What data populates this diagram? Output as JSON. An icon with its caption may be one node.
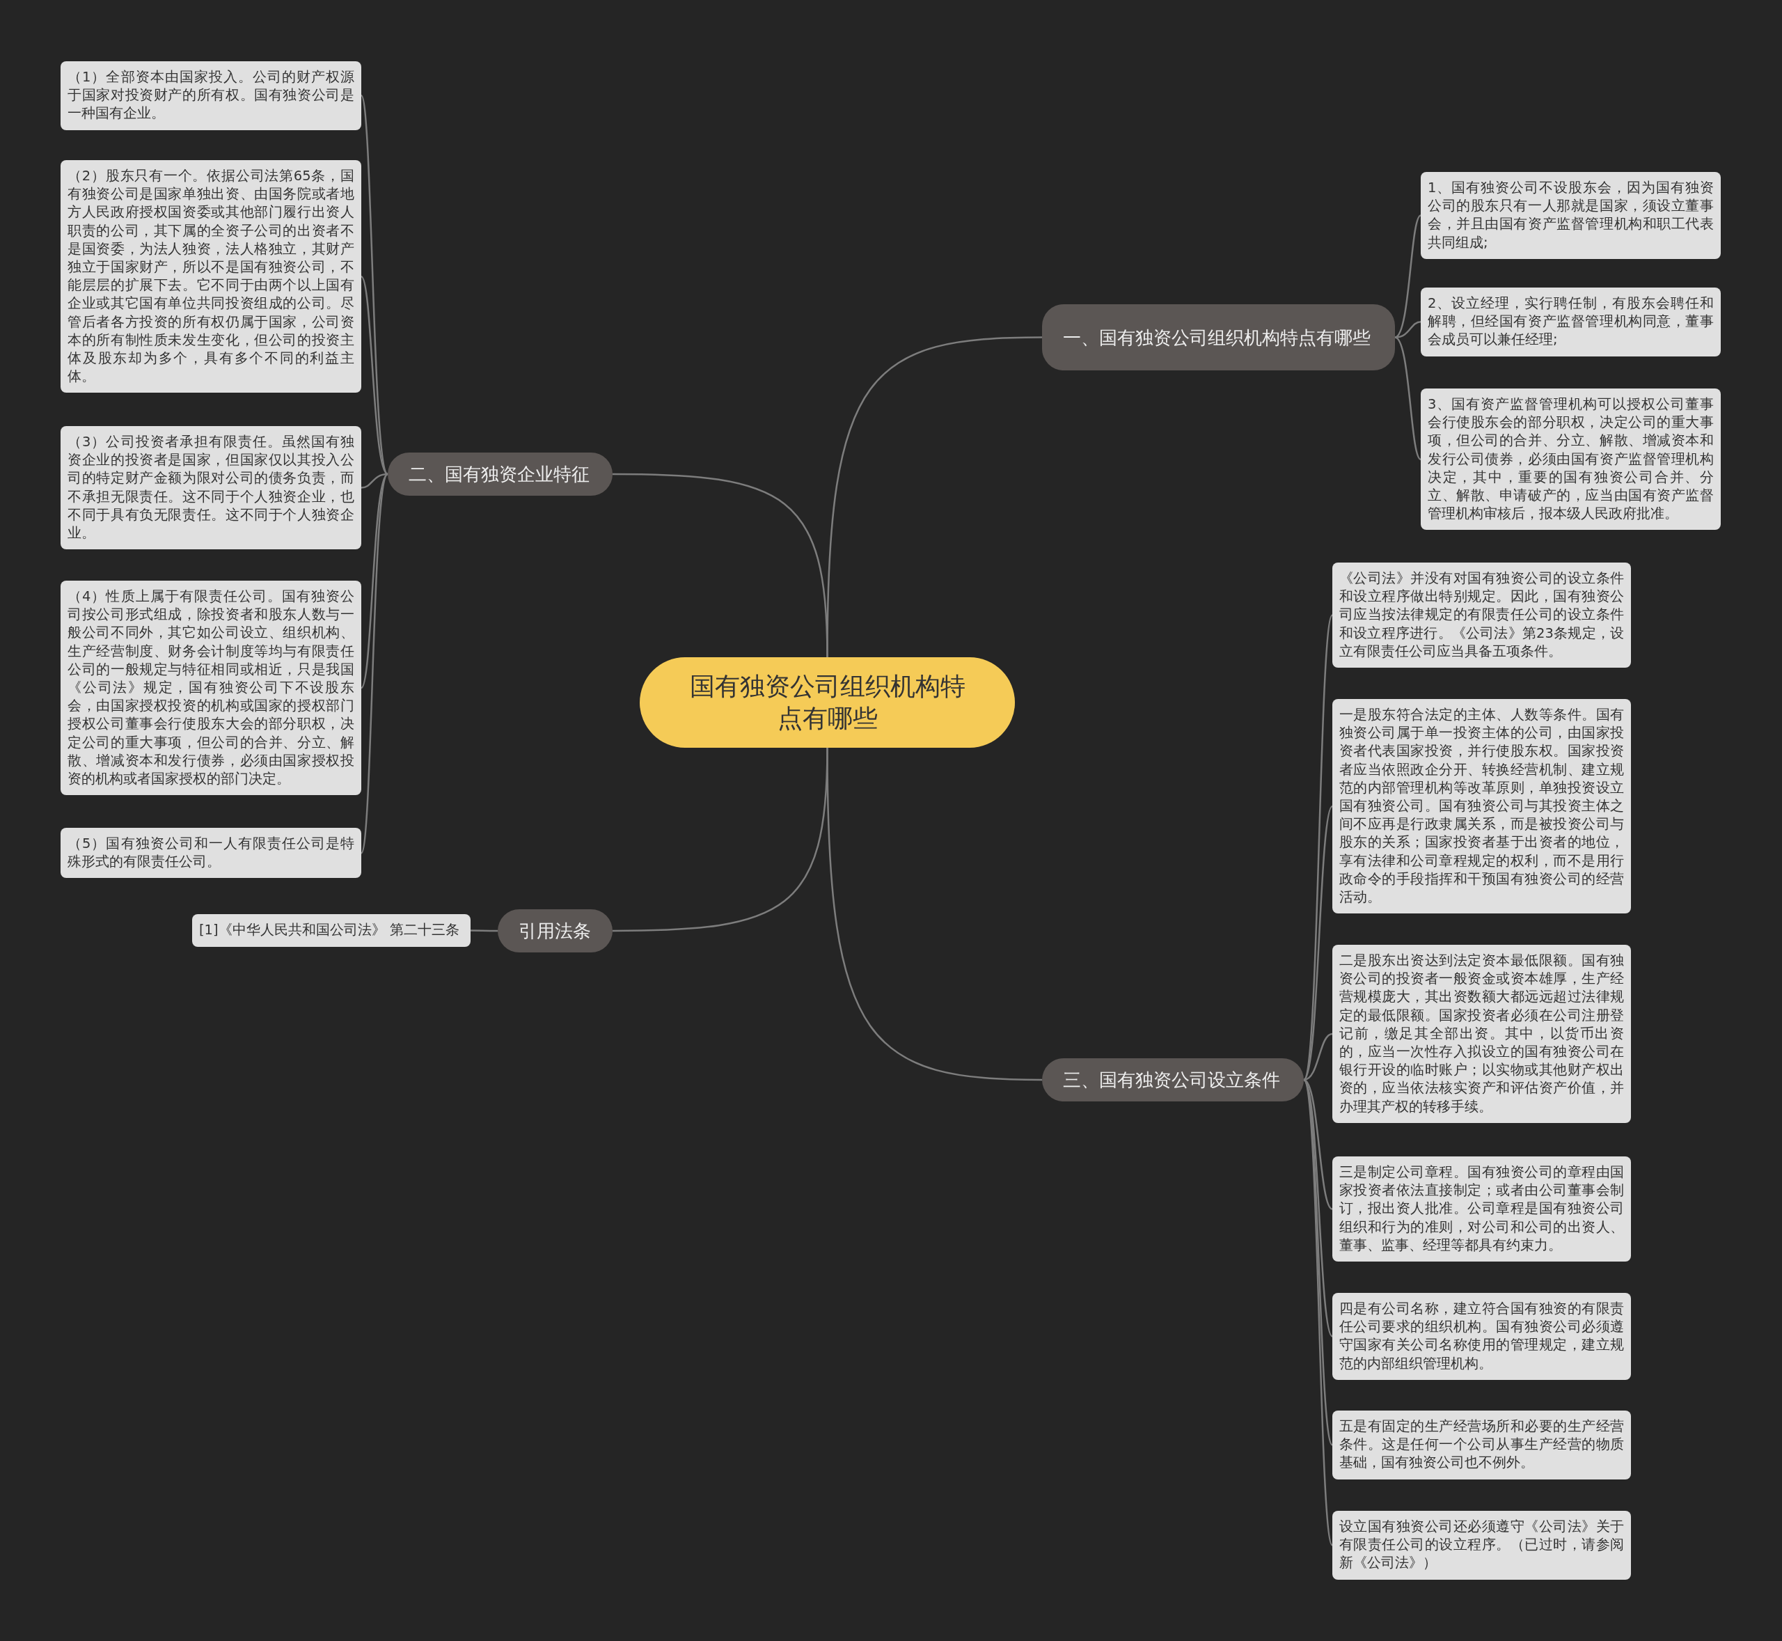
{
  "diagram": {
    "nodes": [
      {
        "text": [
          "国有独资公司组织机构特点有哪些"
        ]
      },
      {
        "text": [
          "一、国有独资公司组织机构特点有哪些"
        ]
      },
      {
        "text": [
          "1、国有独资公司不设股东会，因为国有独资公司的股东只有一人那就是国家，须设立董事会，并且由国有资产监督管理机构和职工代表共同组成;"
        ]
      },
      {
        "text": [
          "2、设立经理，实行聘任制，有股东会聘任和解聘，但经国有资产监督管理机构同意，董事会成员可以兼任经理;"
        ]
      },
      {
        "text": [
          "3、国有资产监督管理机构可以授权公司董事会行使股东会的部分职权，决定公司的重大事项，但公司的合并、分立、解散、增减资本和发行公司债券，必须由国有资产监督管理机构决定，其中，重要的国有独资公司合并、分立、解散、申请破产的，应当由国有资产监督管理机构审核后，报本级人民政府批准。"
        ]
      },
      {
        "text": [
          "二、国有独资企业特征"
        ]
      },
      {
        "text": [
          "（1）全部资本由国家投入。公司的财产权源于国家对投资财产的所有权。国有独资公司是一种国有企业。"
        ]
      },
      {
        "text": [
          "（2）股东只有一个。依据公司法第65条，国有独资公司是国家单独出资、由国务院或者地方人民政府授权国资委或其他部门履行出资人职责的公司，其下属的全资子公司的出资者不是国资委，为法人独资，法人格独立，其财产独立于国家财产，所以不是国有独资公司，不能层层的扩展下去。它不同于由两个以上国有企业或其它国有单位共同投资组成的公司。尽管后者各方投资的所有权仍属于国家，公司资本的所有制性质未发生变化，但公司的投资主体及股东却为多个，具有多个不同的利益主体。"
        ]
      },
      {
        "text": [
          "（3）公司投资者承担有限责任。虽然国有独资企业的投资者是国家，但国家仅以其投入公司的特定财产金额为限对公司的债务负责，而不承担无限责任。这不同于个人独资企业，也不同于具有负无限责任。这不同于个人独资企业。"
        ]
      },
      {
        "text": [
          "（4）性质上属于有限责任公司。国有独资公司按公司形式组成，除投资者和股东人数与一般公司不同外，其它如公司设立、组织机构、生产经营制度、财务会计制度等均与有限责任公司的一般规定与特征相同或相近，只是我国《公司法》规定，国有独资公司下不设股东会，由国家授权投资的机构或国家的授权部门授权公司董事会行使股东大会的部分职权，决定公司的重大事项，但公司的合并、分立、解散、增减资本和发行债券，必须由国家授权投资的机构或者国家授权的部门决定。"
        ]
      },
      {
        "text": [
          "（5）国有独资公司和一人有限责任公司是特殊形式的有限责任公司。"
        ]
      },
      {
        "text": [
          "引用法条"
        ]
      },
      {
        "text": [
          "[1]《中华人民共和国公司法》 第二十三条"
        ]
      },
      {
        "text": [
          "三、国有独资公司设立条件"
        ]
      },
      {
        "text": [
          "《公司法》并没有对国有独资公司的设立条件和设立程序做出特别规定。因此，国有独资公司应当按法律规定的有限责任公司的设立条件和设立程序进行。《公司法》第23条规定，设立有限责任公司应当具备五项条件。"
        ]
      },
      {
        "text": [
          "一是股东符合法定的主体、人数等条件。国有独资公司属于单一投资主体的公司，由国家投资者代表国家投资，并行使股东权。国家投资者应当依照政企分开、转换经营机制、建立规范的内部管理机构等改革原则，单独投资设立国有独资公司。国有独资公司与其投资主体之间不应再是行政隶属关系，而是被投资公司与股东的关系；国家投资者基于出资者的地位，享有法律和公司章程规定的权利，而不是用行政命令的手段指挥和干预国有独资公司的经营活动。"
        ]
      },
      {
        "text": [
          "二是股东出资达到法定资本最低限额。国有独资公司的投资者一般资金或资本雄厚，生产经营规模庞大，其出资数额大都远远超过法律规定的最低限额。国家投资者必须在公司注册登记前，缴足其全部出资。其中，以货币出资的，应当一次性存入拟设立的国有独资公司在银行开设的临时账户；以实物或其他财产权出资的，应当依法核实资产和评估资产价值，并办理其产权的转移手续。"
        ]
      },
      {
        "text": [
          "三是制定公司章程。国有独资公司的章程由国家投资者依法直接制定；或者由公司董事会制订，报出资人批准。公司章程是国有独资公司组织和行为的准则，对公司和公司的出资人、董事、监事、经理等都具有约束力。"
        ]
      },
      {
        "text": [
          "四是有公司名称，建立符合国有独资的有限责任公司要求的组织机构。国有独资公司必须遵守国家有关公司名称使用的管理规定，建立规范的内部组织管理机构。"
        ]
      },
      {
        "text": [
          "五是有固定的生产经营场所和必要的生产经营条件。这是任何一个公司从事生产经营的物质基础，国有独资公司也不例外。"
        ]
      },
      {
        "text": [
          "设立国有独资公司还必须遵守《公司法》关于有限责任公司的设立程序。（已过时，请参阅新《公司法》）"
        ]
      }
    ],
    "edges": [
      {
        "from": 0,
        "to": 1,
        "arrow": "none"
      },
      {
        "from": 1,
        "to": 2,
        "arrow": "none"
      },
      {
        "from": 1,
        "to": 3,
        "arrow": "none"
      },
      {
        "from": 1,
        "to": 4,
        "arrow": "none"
      },
      {
        "from": 0,
        "to": 5,
        "arrow": "none"
      },
      {
        "from": 5,
        "to": 6,
        "arrow": "none"
      },
      {
        "from": 5,
        "to": 7,
        "arrow": "none"
      },
      {
        "from": 5,
        "to": 8,
        "arrow": "none"
      },
      {
        "from": 5,
        "to": 9,
        "arrow": "none"
      },
      {
        "from": 5,
        "to": 10,
        "arrow": "none"
      },
      {
        "from": 0,
        "to": 11,
        "arrow": "none"
      },
      {
        "from": 11,
        "to": 12,
        "arrow": "none"
      },
      {
        "from": 0,
        "to": 13,
        "arrow": "none"
      },
      {
        "from": 13,
        "to": 14,
        "arrow": "none"
      },
      {
        "from": 13,
        "to": 15,
        "arrow": "none"
      },
      {
        "from": 13,
        "to": 16,
        "arrow": "none"
      },
      {
        "from": 13,
        "to": 17,
        "arrow": "none"
      },
      {
        "from": 13,
        "to": 18,
        "arrow": "none"
      },
      {
        "from": 13,
        "to": 19,
        "arrow": "none"
      },
      {
        "from": 13,
        "to": 20,
        "arrow": "none"
      }
    ]
  }
}
